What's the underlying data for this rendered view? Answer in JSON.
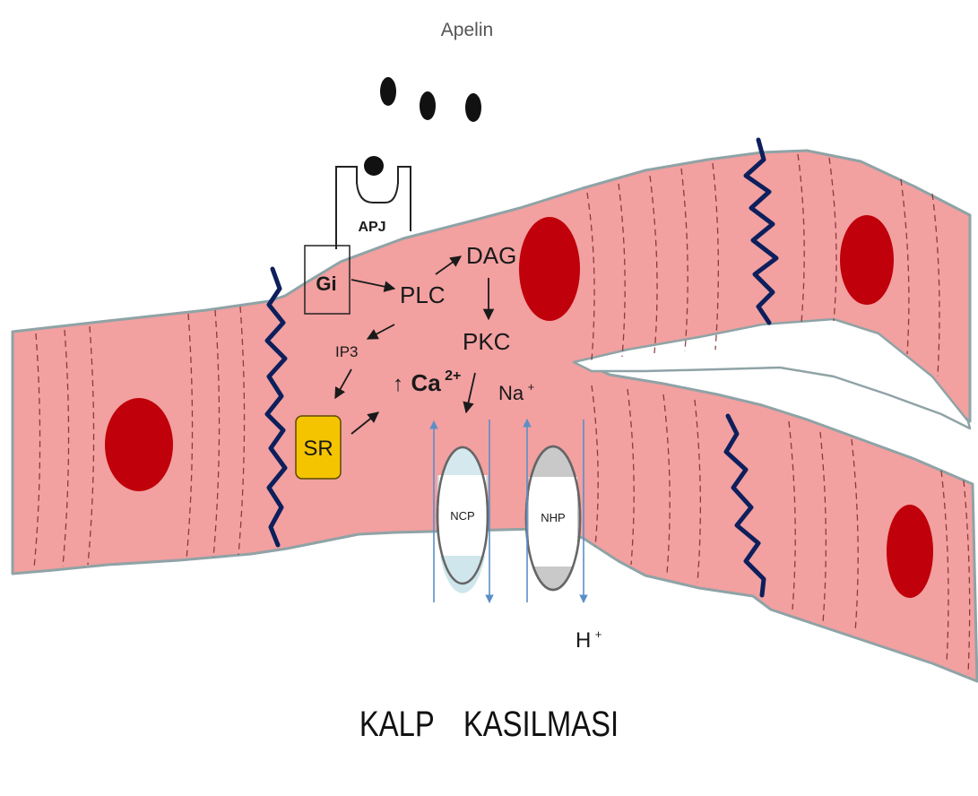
{
  "labels": {
    "ligand": "Apelin",
    "receptor": "APJ",
    "g_protein": "Gi",
    "plc": "PLC",
    "dag": "DAG",
    "pkc": "PKC",
    "ip3": "IP3",
    "sr": "SR",
    "calcium_arrow": "↑",
    "calcium": "Ca",
    "calcium_charge": "2+",
    "sodium": "Na",
    "sodium_charge": "+",
    "proton": "H",
    "proton_charge": "+",
    "ncp": "NCP",
    "nhp": "NHP"
  },
  "caption": {
    "word1": "KALP",
    "word2": "KASILMASI"
  },
  "colors": {
    "cell_fill": "#f2a0a0",
    "cell_border": "#8fa3a6",
    "nucleus": "#c0000a",
    "intercalated_disc": "#0d1f5c",
    "sr_fill": "#f5c400",
    "ncp_fill": "#cfe6ec",
    "nhp_fill": "#c9c9c9",
    "flux_arrow": "#5b8fc7"
  }
}
